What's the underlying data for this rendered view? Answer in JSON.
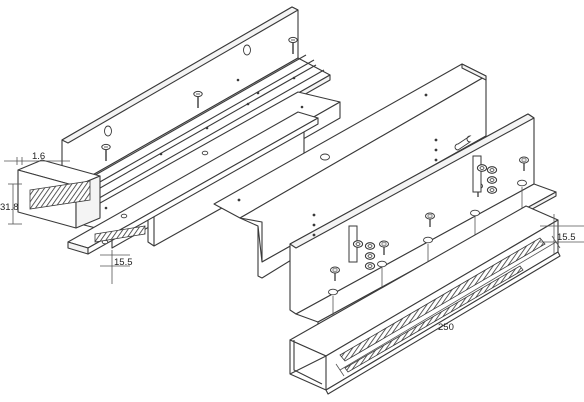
{
  "dimensions": {
    "thickness": "1.6",
    "height": "31.8",
    "spacer_left": "15.5",
    "spacer_right": "15.5",
    "length": "250"
  }
}
